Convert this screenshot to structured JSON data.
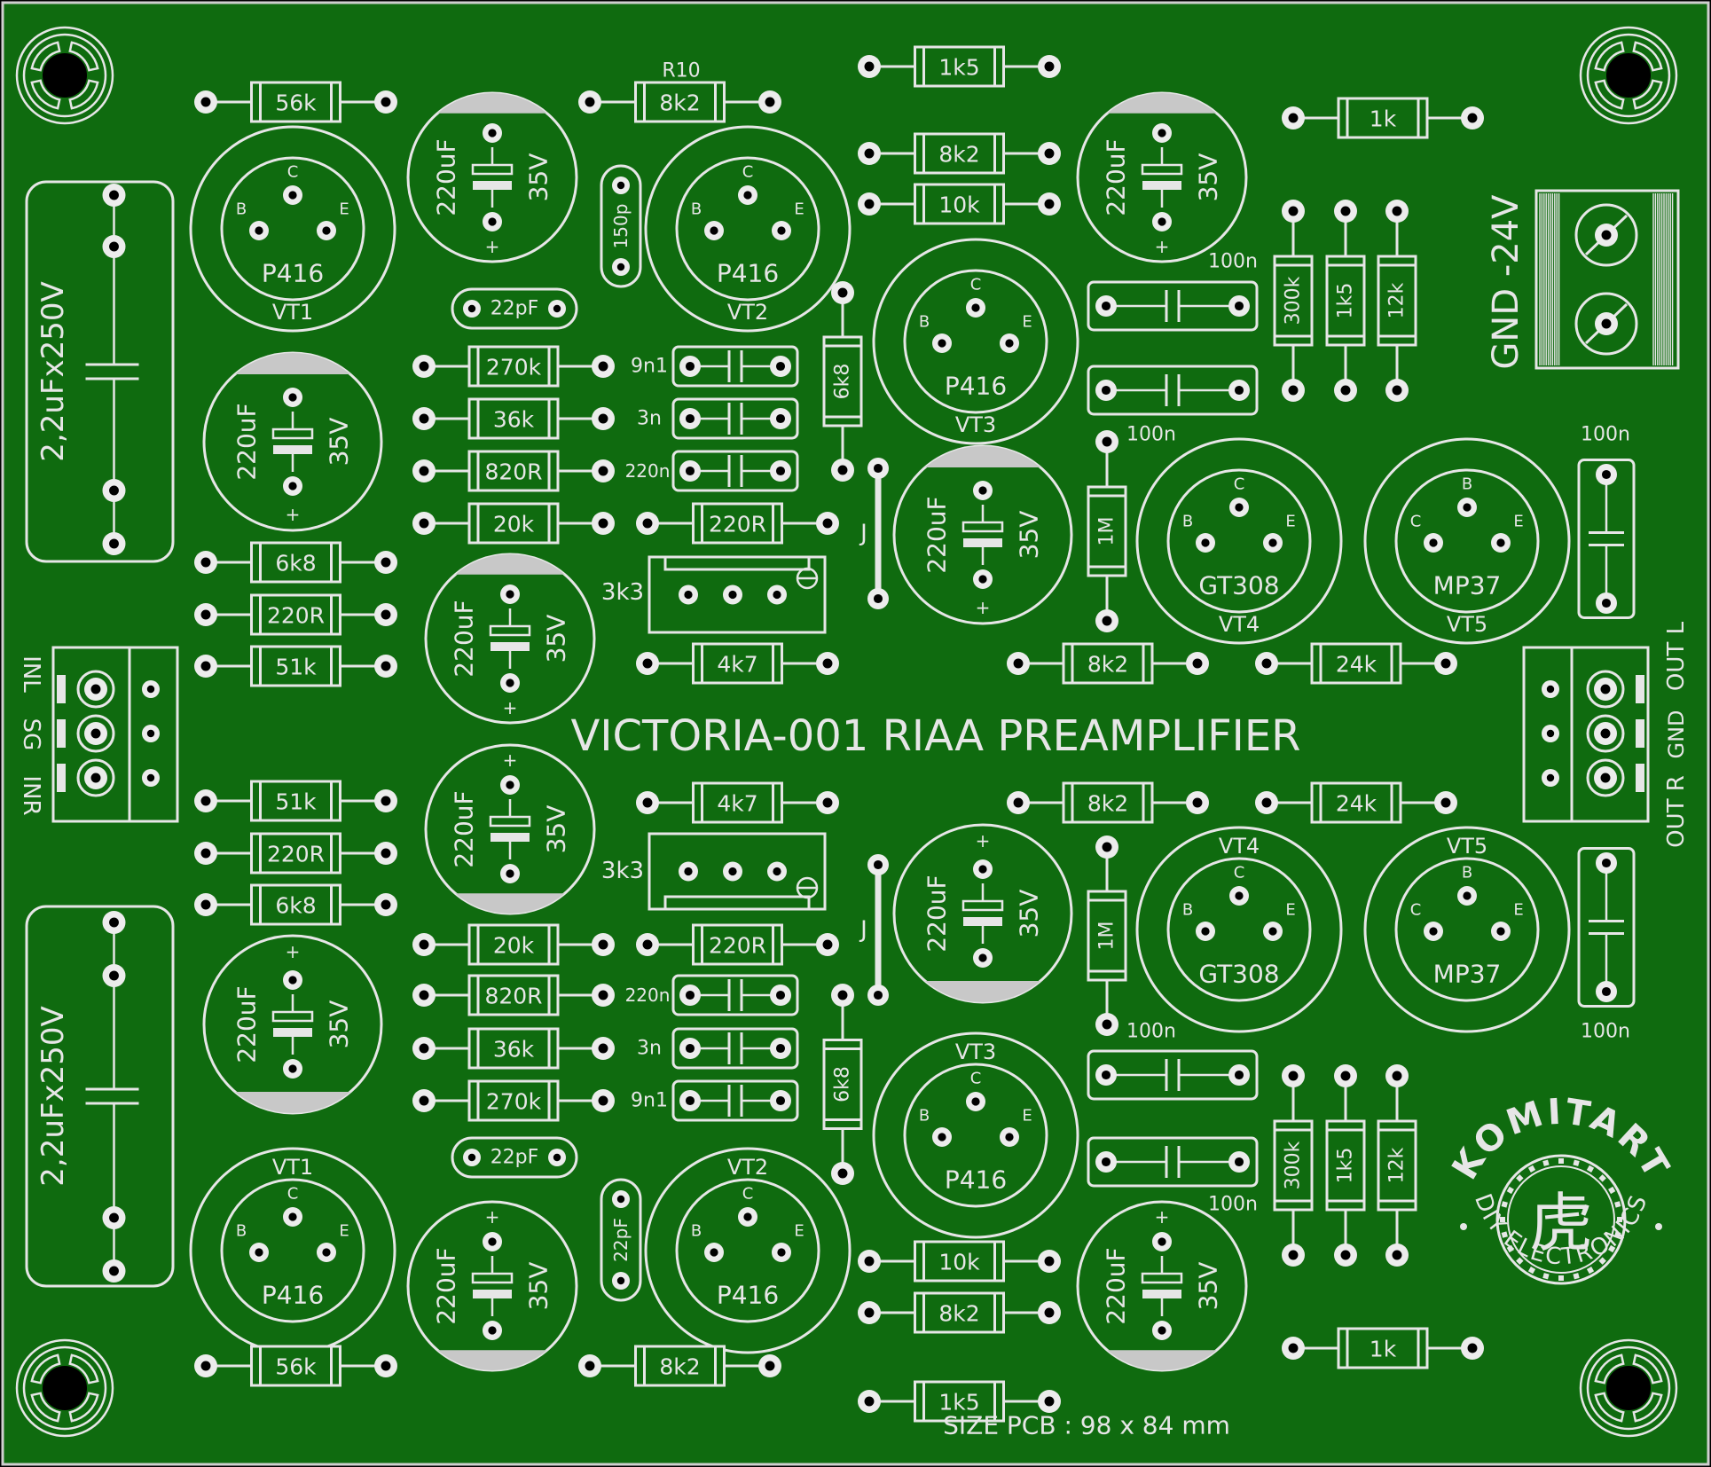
{
  "board": {
    "title": "VICTORIA-001 RIAA PREAMPLIFIER",
    "size": "SIZE PCB : 98 x 84 mm",
    "power_label": "GND -24V",
    "input_labels": [
      "INL",
      "SG",
      "INR"
    ],
    "output_labels": [
      "OUT L",
      "GND",
      "OUT R"
    ],
    "logo_text": "KOMITART",
    "logo_subtext": "DIY ELECTRONICS",
    "logo_glyph": "虎",
    "colors": {
      "board": "#0f6b0f",
      "silk": "#e6e6e6",
      "pad": "#ececec",
      "hole": "#000000",
      "fill": "#c8c8c8"
    }
  },
  "resistors": [
    {
      "ref": "R10",
      "value": "8k2"
    },
    {
      "value": "56k"
    },
    {
      "value": "1k5"
    },
    {
      "value": "8k2"
    },
    {
      "value": "10k"
    },
    {
      "value": "1k"
    },
    {
      "value": "270k"
    },
    {
      "value": "36k"
    },
    {
      "value": "820R"
    },
    {
      "value": "20k"
    },
    {
      "value": "220R"
    },
    {
      "value": "6k8"
    },
    {
      "value": "220R"
    },
    {
      "value": "51k"
    },
    {
      "value": "4k7"
    },
    {
      "value": "8k2"
    },
    {
      "value": "24k"
    },
    {
      "value": "51k"
    },
    {
      "value": "220R"
    },
    {
      "value": "6k8"
    },
    {
      "value": "4k7"
    },
    {
      "value": "8k2"
    },
    {
      "value": "24k"
    },
    {
      "value": "20k"
    },
    {
      "value": "220R"
    },
    {
      "value": "820R"
    },
    {
      "value": "36k"
    },
    {
      "value": "270k"
    },
    {
      "value": "10k"
    },
    {
      "value": "8k2"
    },
    {
      "value": "56k"
    },
    {
      "value": "8k2"
    },
    {
      "value": "1k5"
    },
    {
      "value": "1k"
    },
    {
      "value": "6k8"
    },
    {
      "value": "6k8"
    },
    {
      "value": "1M"
    },
    {
      "value": "1M"
    },
    {
      "value": "300k"
    },
    {
      "value": "1k5"
    },
    {
      "value": "12k"
    },
    {
      "value": "300k"
    },
    {
      "value": "1k5"
    },
    {
      "value": "12k"
    }
  ],
  "capacitors": [
    {
      "value": "220uF",
      "voltage": "35V"
    },
    {
      "value": "2,2uFx250V"
    },
    {
      "value": "150p"
    },
    {
      "value": "22pF"
    },
    {
      "value": "22pF"
    },
    {
      "value": "22pF"
    },
    {
      "value": "9n1"
    },
    {
      "value": "3n"
    },
    {
      "value": "220n"
    },
    {
      "value": "100n"
    }
  ],
  "trimmers": [
    {
      "value": "3k3"
    },
    {
      "value": "3k3"
    }
  ],
  "jumpers": [
    {
      "value": "J"
    },
    {
      "value": "J"
    }
  ],
  "transistors": [
    {
      "ref": "VT1",
      "type": "P416"
    },
    {
      "ref": "VT2",
      "type": "P416"
    },
    {
      "ref": "VT3",
      "type": "P416"
    },
    {
      "ref": "VT4",
      "type": "GT308"
    },
    {
      "ref": "VT5",
      "type": "MP37"
    }
  ],
  "pins": {
    "c": "C",
    "b": "B",
    "e": "E",
    "plus": "+"
  }
}
